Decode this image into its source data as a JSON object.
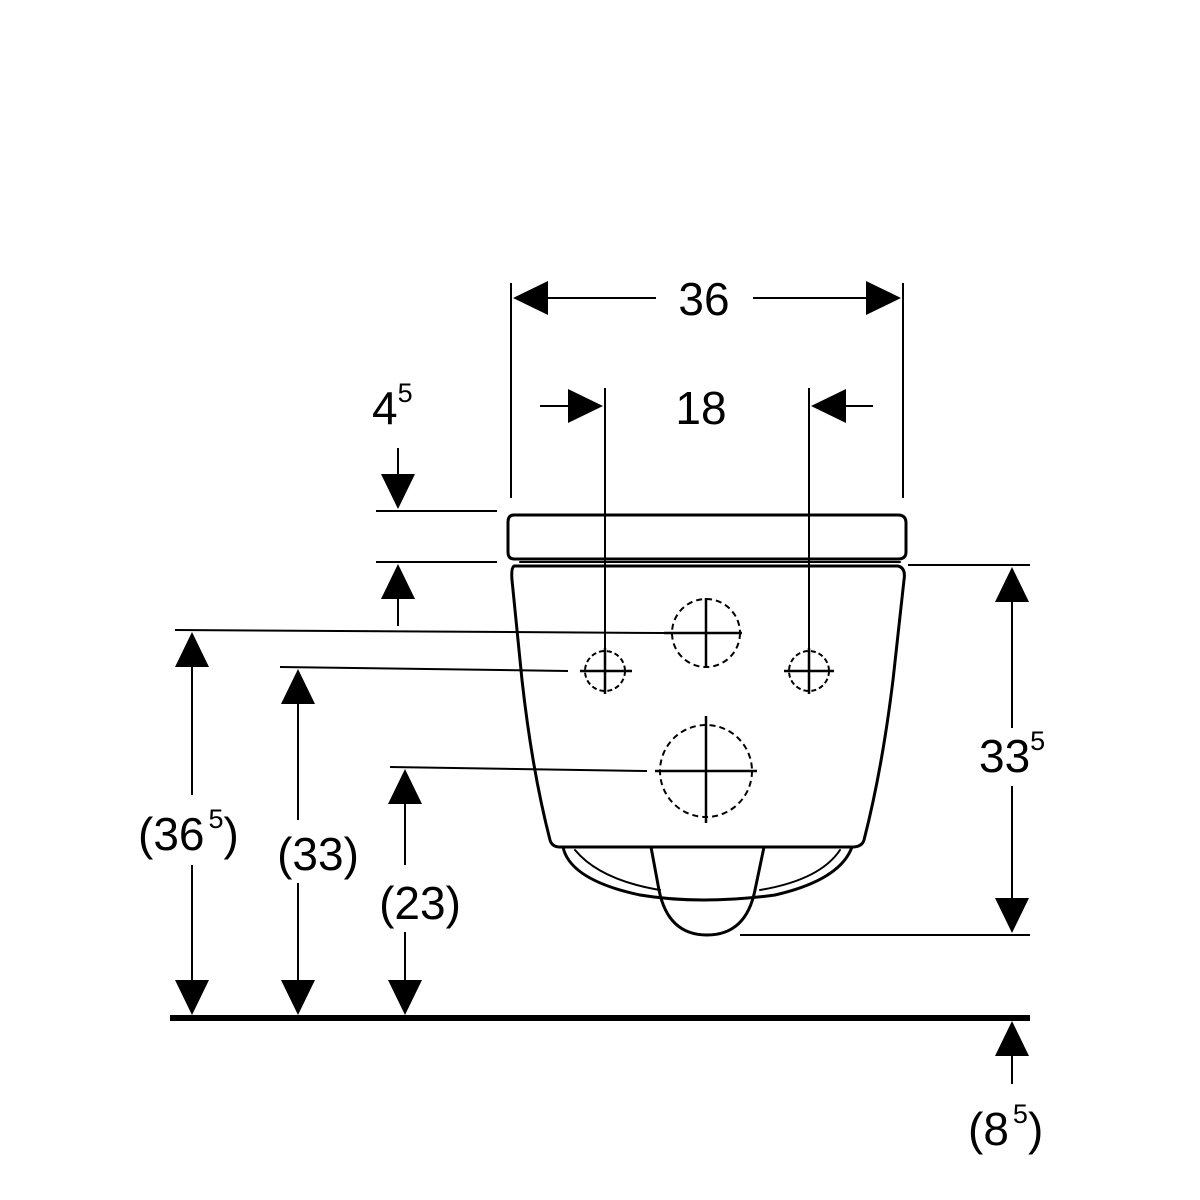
{
  "dimensions": {
    "overall_width": {
      "main": "36"
    },
    "fixing_spacing": {
      "main": "18"
    },
    "seat_thickness": {
      "main": "4",
      "sup": "5"
    },
    "bowl_height": {
      "main": "33",
      "sup": "5"
    },
    "floor_to_top_fixing": {
      "open": "(",
      "main": "36",
      "sup": "5",
      "close": ")"
    },
    "floor_to_side_fixings": {
      "main": "(33)"
    },
    "floor_to_lower_connection": {
      "main": "(23)"
    },
    "floor_to_bowl_bottom": {
      "open": "(",
      "main": "8",
      "sup": "5",
      "close": ")"
    }
  },
  "colors": {
    "ink": "#000000",
    "paper": "#ffffff"
  }
}
